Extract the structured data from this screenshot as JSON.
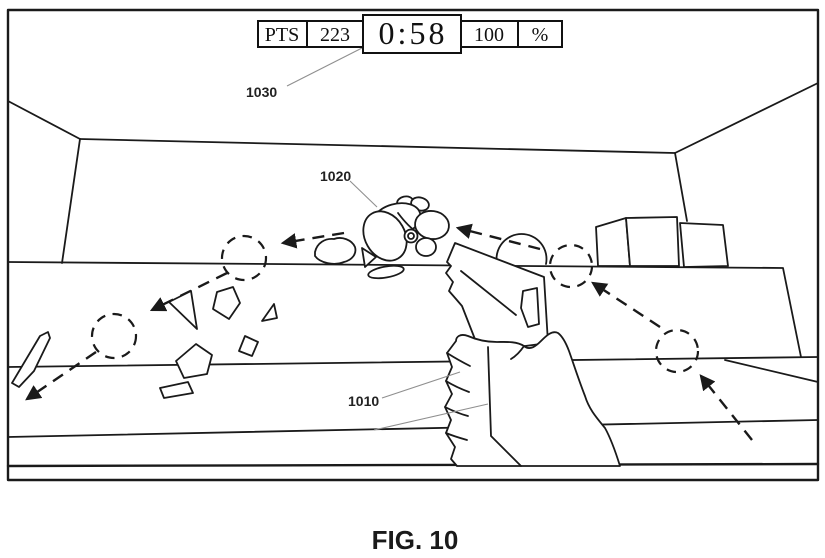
{
  "figure": {
    "caption": "FIG. 10",
    "type_note": "patent line drawing of first-person shooting game view"
  },
  "hud": {
    "pts_label": "PTS",
    "pts_value": "223",
    "timer_value": "0:58",
    "health_value": "100",
    "health_unit": "%"
  },
  "reference_labels": {
    "hud_ref": "1030",
    "target_ref": "1020",
    "hand_gun_ref": "1010"
  },
  "colors": {
    "line": "#1a1a1a",
    "leader_line": "#8f8f8f",
    "background": "#ffffff"
  }
}
